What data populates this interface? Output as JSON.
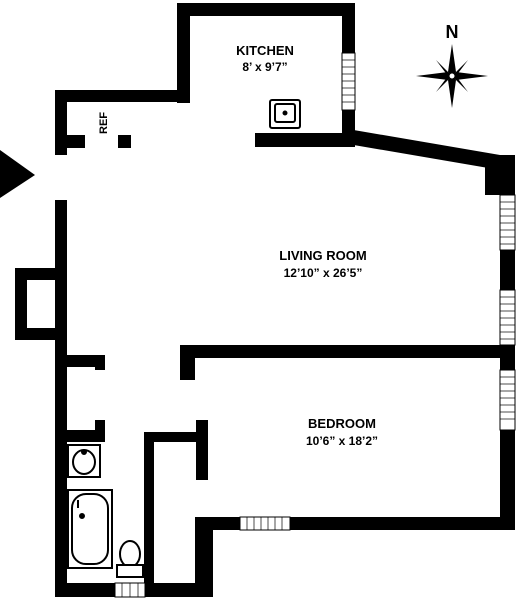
{
  "floor_plan": {
    "rooms": {
      "kitchen": {
        "name": "KITCHEN",
        "dimensions": "8’ x 9’7”"
      },
      "living_room": {
        "name": "LIVING ROOM",
        "dimensions": "12’10” x 26’5”"
      },
      "bedroom": {
        "name": "BEDROOM",
        "dimensions": "10’6” x 18’2”"
      }
    },
    "fixtures": {
      "refrigerator": "REF"
    },
    "compass": {
      "label": "N"
    }
  },
  "colors": {
    "wall": "#000000",
    "background": "#ffffff"
  }
}
